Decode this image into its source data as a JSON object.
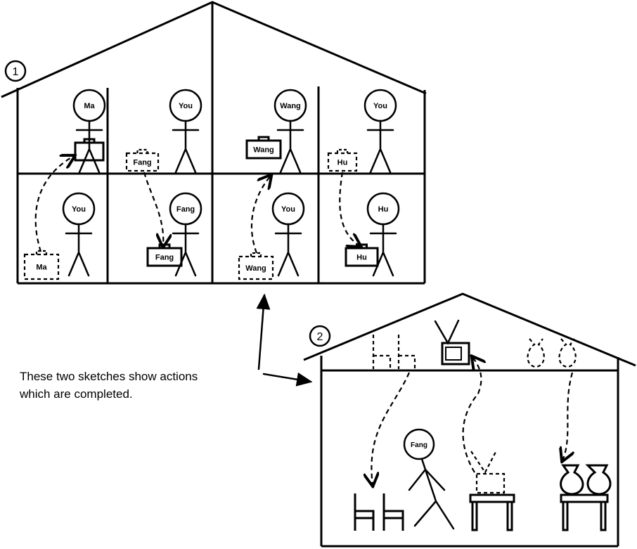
{
  "sketch1": {
    "number": "1",
    "top_row": [
      {
        "figure": "Ma",
        "suitcase": "",
        "suitcase_state": "solid"
      },
      {
        "figure": "You",
        "suitcase": "Fang",
        "suitcase_state": "dashed"
      },
      {
        "figure": "Wang",
        "suitcase": "Wang",
        "suitcase_state": "solid"
      },
      {
        "figure": "You",
        "suitcase": "Hu",
        "suitcase_state": "dashed"
      }
    ],
    "bottom_row": [
      {
        "figure": "You",
        "suitcase": "Ma",
        "suitcase_state": "dashed"
      },
      {
        "figure": "Fang",
        "suitcase": "Fang",
        "suitcase_state": "solid"
      },
      {
        "figure": "You",
        "suitcase": "Wang",
        "suitcase_state": "dashed"
      },
      {
        "figure": "Hu",
        "suitcase": "Hu",
        "suitcase_state": "solid"
      }
    ]
  },
  "sketch2": {
    "number": "2",
    "figure": "Fang"
  },
  "caption": {
    "line1": "These two sketches show actions",
    "line2": "which are completed."
  }
}
